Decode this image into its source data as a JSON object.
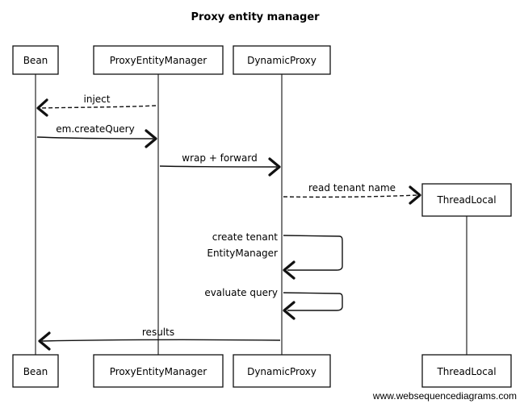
{
  "title": "Proxy entity manager",
  "participants": [
    {
      "id": "bean",
      "label": "Bean"
    },
    {
      "id": "pem",
      "label": "ProxyEntityManager"
    },
    {
      "id": "dp",
      "label": "DynamicProxy"
    },
    {
      "id": "tl",
      "label": "ThreadLocal"
    }
  ],
  "messages": [
    {
      "id": "inject",
      "label": "inject",
      "from": "pem",
      "to": "bean",
      "style": "dashed"
    },
    {
      "id": "create-query",
      "label": "em.createQuery",
      "from": "bean",
      "to": "pem",
      "style": "solid"
    },
    {
      "id": "wrap-forward",
      "label": "wrap + forward",
      "from": "pem",
      "to": "dp",
      "style": "solid"
    },
    {
      "id": "read-tenant",
      "label": "read tenant name",
      "from": "dp",
      "to": "tl",
      "style": "dashed"
    },
    {
      "id": "create-tenant-em",
      "label_lines": [
        "create tenant",
        "EntityManager"
      ],
      "from": "dp",
      "to": "dp",
      "style": "self"
    },
    {
      "id": "evaluate-query",
      "label": "evaluate query",
      "from": "dp",
      "to": "dp",
      "style": "self"
    },
    {
      "id": "results",
      "label": "results",
      "from": "dp",
      "to": "bean",
      "style": "solid"
    }
  ],
  "watermark": "www.websequencediagrams.com"
}
